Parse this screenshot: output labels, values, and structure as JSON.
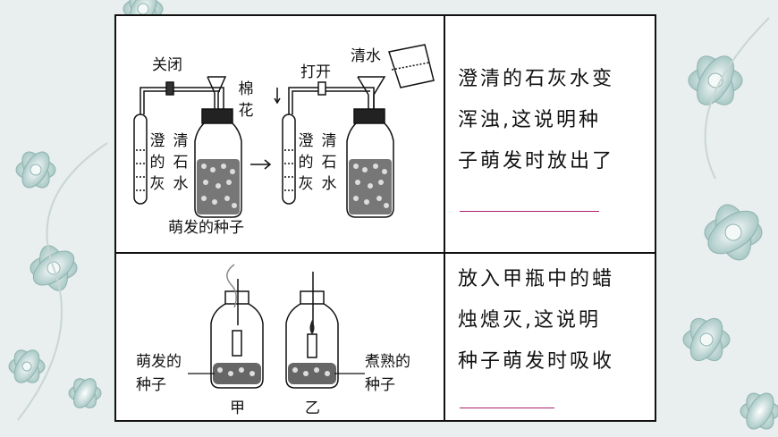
{
  "top_panel": {
    "left_setup": {
      "valve_label": "关闭",
      "cotton_label": "棉花",
      "tube_label_col1": "澄的灰",
      "tube_label_col2": "清石水"
    },
    "right_setup": {
      "valve_label": "打开",
      "water_label": "清水",
      "tube_label_col1": "澄的灰",
      "tube_label_col2": "清石水"
    },
    "seed_label": "萌发的种子",
    "text_lines": [
      "澄清的石灰水变",
      "浑浊,这说明种",
      "子萌发时放出了"
    ]
  },
  "bottom_panel": {
    "left_jar_label_lines": [
      "萌发的",
      "种子"
    ],
    "right_jar_label_lines": [
      "煮熟的",
      "种子"
    ],
    "jar_a_name": "甲",
    "jar_b_name": "乙",
    "text_lines": [
      "放入甲瓶中的蜡",
      "烛熄灭,这说明",
      "种子萌发时吸收"
    ]
  },
  "colors": {
    "blank_line": "#b02070",
    "background": "#eef2f1"
  }
}
